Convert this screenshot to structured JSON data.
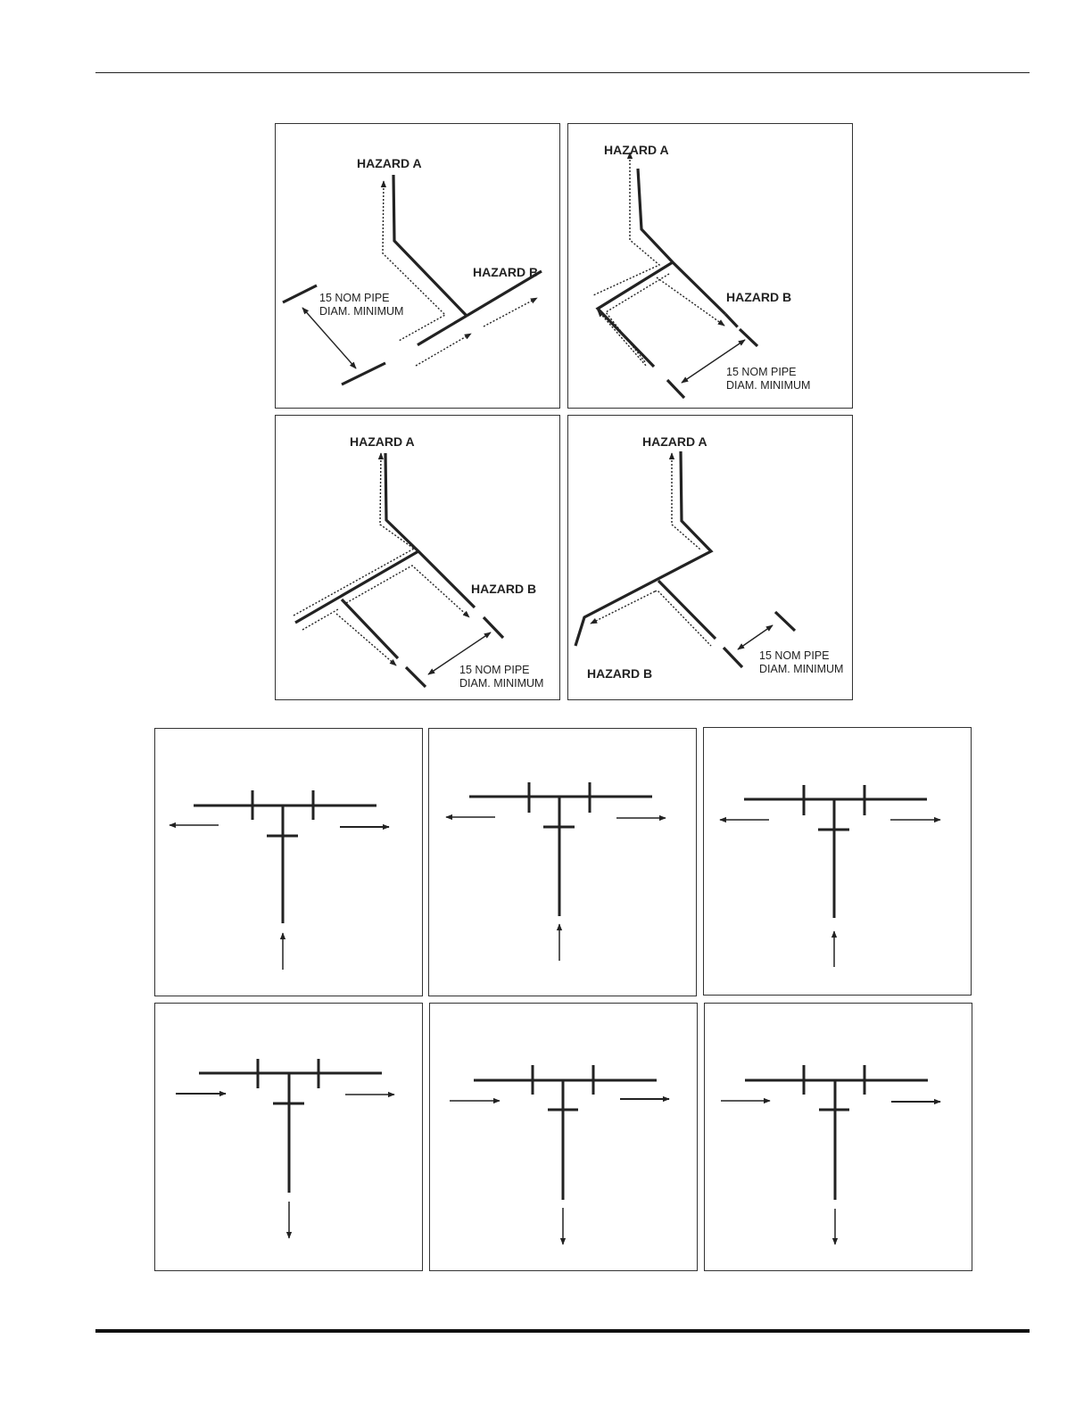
{
  "colors": {
    "line": "#222222",
    "background": "#ffffff"
  },
  "labels": {
    "hazard_a": "HAZARD A",
    "hazard_b": "HAZARD B",
    "spacing_line1": "15 NOM PIPE",
    "spacing_line2": "DIAM. MINIMUM"
  },
  "tee_panels": [
    {
      "inlet": "bottom",
      "flow": "diverging"
    },
    {
      "inlet": "bottom",
      "flow": "diverging"
    },
    {
      "inlet": "bottom",
      "flow": "diverging"
    },
    {
      "inlet": "left",
      "flow": "through-and-down"
    },
    {
      "inlet": "left",
      "flow": "through-and-down"
    },
    {
      "inlet": "left",
      "flow": "through-and-down"
    }
  ]
}
